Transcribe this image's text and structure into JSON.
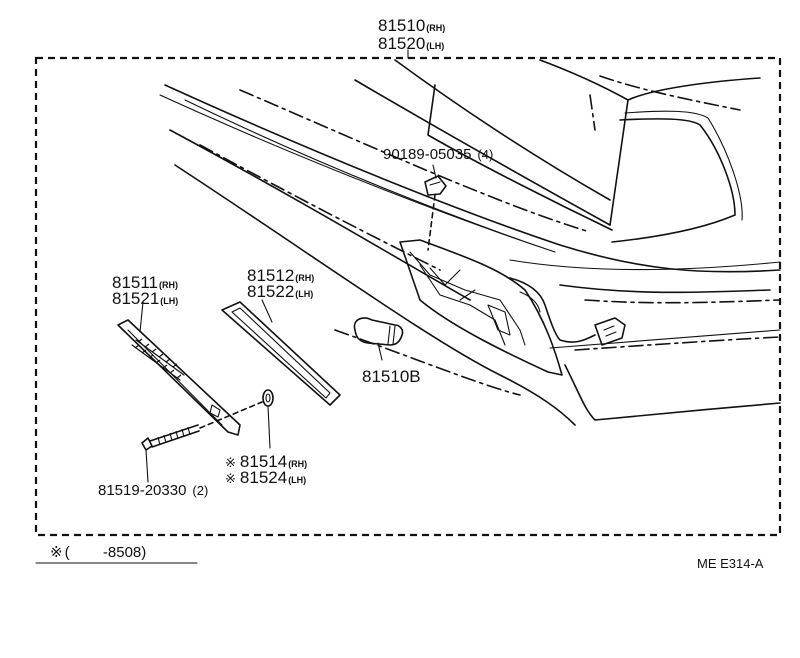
{
  "diagram": {
    "assembly": {
      "rh": "81510",
      "rh_suffix": "(RH)",
      "lh": "81520",
      "lh_suffix": "(LH)"
    },
    "screw_bolt": {
      "part": "90189-05035",
      "qty": "(4)"
    },
    "lens": {
      "rh": "81511",
      "rh_suffix": "(RH)",
      "lh": "81521",
      "lh_suffix": "(LH)"
    },
    "gasket": {
      "rh": "81512",
      "rh_suffix": "(RH)",
      "lh": "81522",
      "lh_suffix": "(LH)"
    },
    "bulb": {
      "part": "81510B"
    },
    "washer": {
      "mark": "※",
      "rh": "81514",
      "rh_suffix": "(RH)",
      "lh": "81524",
      "lh_suffix": "(LH)"
    },
    "screw": {
      "part": "81519-20330",
      "qty": "(2)"
    },
    "footnote": {
      "mark": "※",
      "text": "(        -8508)"
    },
    "ref_code": "ME E314-A"
  }
}
